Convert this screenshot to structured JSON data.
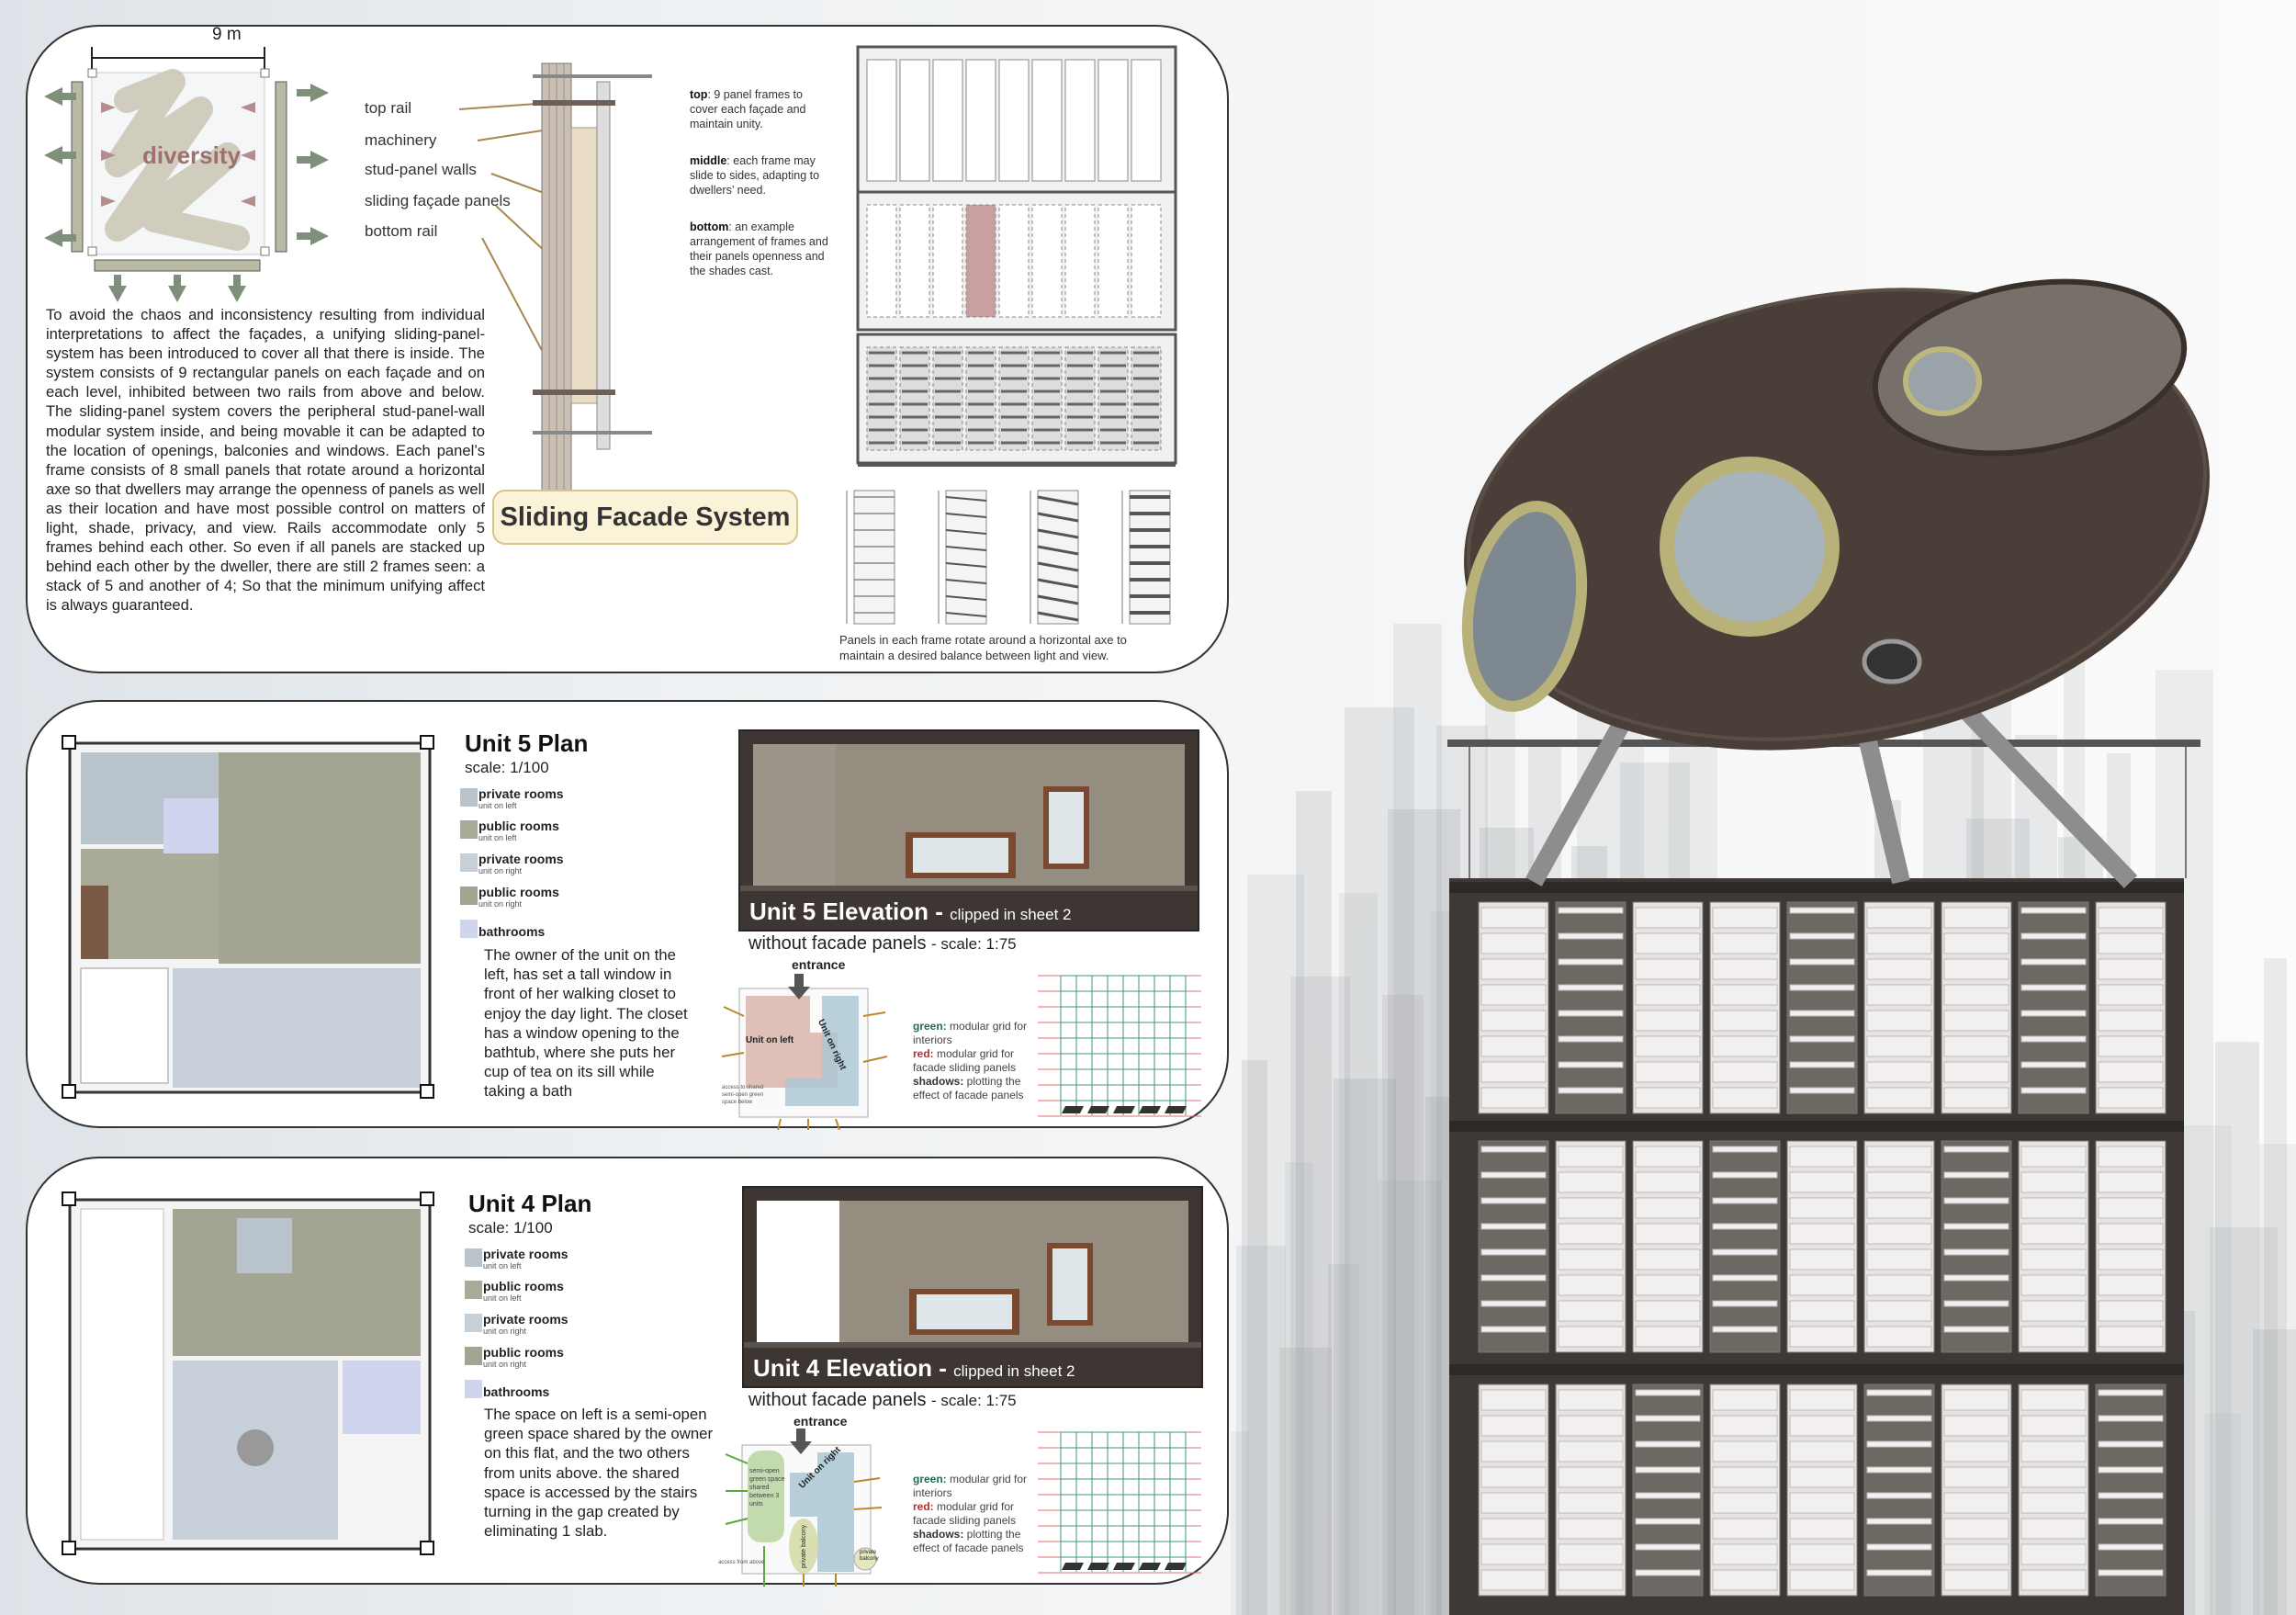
{
  "sliding_system": {
    "dimension": "9 m",
    "diagram_word": "diversity",
    "section_labels": [
      "top rail",
      "machinery",
      "stud-panel walls",
      "sliding façade panels",
      "bottom rail"
    ],
    "notes": [
      {
        "key": "top",
        "text": ": 9 panel frames to cover each façade and maintain unity."
      },
      {
        "key": "middle",
        "text": ": each frame may slide to sides, adapting to dwellers’ need."
      },
      {
        "key": "bottom",
        "text": ": an example arrangement of frames and their panels openness and the shades cast."
      }
    ],
    "body": "To avoid the chaos and inconsistency resulting from individual interpretations to affect the façades, a unifying sliding-panel-system has been introduced to cover all that there is inside. The system consists of 9 rectangular panels on each façade and on each level, inhibited between two rails from above and below. The sliding-panel system covers the peripheral stud-panel-wall modular system inside, and being movable it can be adapted to the location of openings, balconies and windows. Each panel’s frame consists of 8 small panels that rotate around a horizontal axe so that dwellers may arrange the openness of panels as well as their location and have most possible control on matters of light, shade, privacy, and view. Rails accommodate only 5 frames behind each other. So even if all panels are stacked up behind each other by the dweller, there are still 2 frames seen: a stack of 5 and another of 4; So that the minimum unifying affect is always guaranteed.",
    "title": "Sliding Facade System",
    "caption": "Panels in each frame rotate around a horizontal axe to maintain a desired balance between light and view."
  },
  "legend": [
    {
      "name": "private rooms",
      "sub": "unit on left",
      "color": "#b9c3cc"
    },
    {
      "name": "public rooms",
      "sub": "unit on left",
      "color": "#a9ab98"
    },
    {
      "name": "private rooms",
      "sub": "unit on right",
      "color": "#c7d0d8"
    },
    {
      "name": "public rooms",
      "sub": "unit on right",
      "color": "#a3a592"
    },
    {
      "name": "bathrooms",
      "sub": "",
      "color": "#cfd4ef"
    }
  ],
  "grid_legend": {
    "green_key": "green:",
    "green_text": " modular grid for interiors",
    "red_key": "red:",
    "red_text": " modular grid for facade sliding panels",
    "shadow_key": "shadows:",
    "shadow_text": " plotting the effect of facade panels"
  },
  "unit5": {
    "title": "Unit 5 Plan",
    "scale": "scale: 1/100",
    "text": "The owner of the unit on the left, has set a tall window in front of her walking closet to enjoy the day light. The closet has a window opening to the bathtub, where she puts her cup of tea on its sill while taking a bath",
    "elev_title": "Unit 5 Elevation - ",
    "elev_clip": "clipped in sheet 2",
    "elev_sub": "without facade panels ",
    "elev_scale": "- scale: 1:75",
    "entrance": "entrance",
    "left_label": "Unit on left",
    "right_label": "Unit on right",
    "access": "access to shared semi-open green space below"
  },
  "unit4": {
    "title": "Unit 4 Plan",
    "scale": "scale: 1/100",
    "text": "The space on left is a semi-open green space shared by the owner on this flat, and the two others from units above. the shared space is accessed by the stairs turning in the gap created by eliminating 1 slab.",
    "elev_title": "Unit 4 Elevation - ",
    "elev_clip": "clipped in sheet 2",
    "elev_sub": "without facade panels ",
    "elev_scale": "- scale: 1:75",
    "entrance": "entrance",
    "right_label": "Unit on right",
    "green_label": "semi-open green space shared between 3 units",
    "balcony1": "private balcony",
    "balcony2": "private balcony",
    "access": "access from above"
  },
  "colors": {
    "egg": "#4a3f38",
    "ring": "#b8b27a",
    "frame": "#3a3532",
    "accent_box": "#fbf3d8"
  }
}
